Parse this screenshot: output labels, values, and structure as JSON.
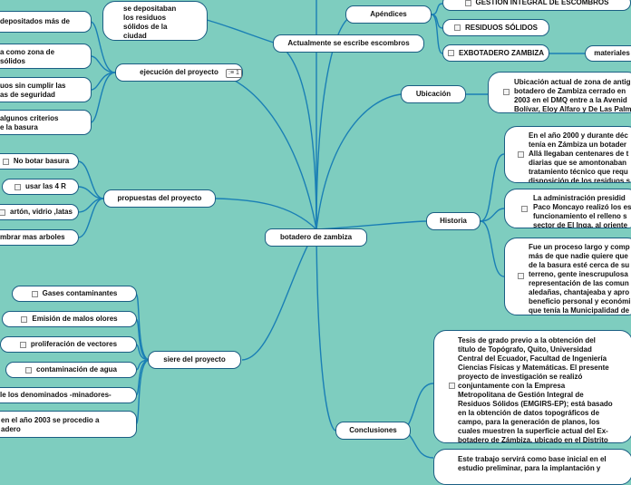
{
  "root": {
    "label": "botadero de zambiza"
  },
  "branches": {
    "actualmente": {
      "label": "Actualmente se escribe escombros",
      "children": [
        "se depositaban\nlos residuos\nsólidos de la\nciudad"
      ]
    },
    "ejecucion": {
      "label": "ejecución del proyecto",
      "badge": "1",
      "children": [
        "depositados más de",
        "a como zona de\nsólidos",
        "uos sin cumplir las\nas de seguridad",
        "algunos criterios\ne la basura"
      ]
    },
    "propuestas": {
      "label": "propuestas del proyecto",
      "children": [
        "No botar basura",
        "usar las 4 R",
        "artón, vidrio ,latas",
        "mbrar mas arboles"
      ]
    },
    "siere": {
      "label": "siere del proyecto",
      "children": [
        "Gases contaminantes",
        "Emisión de malos olores",
        "proliferación de vectores",
        "contaminación de agua",
        "le los denominados -minadores-",
        "en el año 2003 se procedio a\nadero"
      ]
    },
    "apendices": {
      "label": "Apéndices",
      "children": [
        "GESTION INTEGRAL DE ESCOMBROS",
        "RESIDUOS SÓLIDOS",
        "EXBOTADERO ZAMBIZA"
      ],
      "sub": "materiales"
    },
    "ubicacion": {
      "label": "Ubicación",
      "children": [
        "Ubicación actual de zona de antig\nbotadero de Zambiza cerrado en\n2003 en el DMQ entre a la Avenid\nBolívar, Eloy Alfaro y De Las Palm"
      ]
    },
    "historia": {
      "label": "Historia",
      "children": [
        "En el año 2000 y durante déc\ntenía en Zámbiza un botader\nAllá llegaban centenares de t\ndiarias que se amontonaban\ntratamiento técnico que requ\ndisposición de los residuos s",
        "La administración presidid\nPaco Moncayo realizó los es\nfuncionamiento el relleno s\nsector de El Inga, al oriente",
        "Fue un proceso largo y comp\nmás de que nadie quiere que\nde la basura esté cerca de su\nterreno, gente inescrupulosa\nrepresentación de las comun\naledañas, chantajeaba y apro\nbeneficio personal y económi\nque tenía la Municipalidad de\nproblema vital que se desbor"
      ]
    },
    "conclusiones": {
      "label": "Conclusiones",
      "children": [
        "Tesis de grado previo a la obtención del\ntítulo de Topógrafo, Quito, Universidad\nCentral del Ecuador, Facultad de Ingeniería\nCiencias Físicas y Matemáticas. El presente\nproyecto de investigación se realizó\nconjuntamente con la Empresa\nMetropolitana de Gestión Integral de\nResiduos Sólidos (EMGIRS-EP); está basado\nen la obtención de datos topográficos de\ncampo, para la generación de planos, los\ncuales muestren la superficie actual del Ex-\nbotadero de Zámbiza, ubicado en el Distrito\nMetropolitano de Quito",
        "Este trabajo servirá como base inicial en el\nestudio preliminar, para la implantación y"
      ]
    }
  },
  "colors": {
    "background": "#7ecdbf",
    "line": "#1a7fb5",
    "node_border": "#1a5e83",
    "node_fill": "#ffffff"
  }
}
